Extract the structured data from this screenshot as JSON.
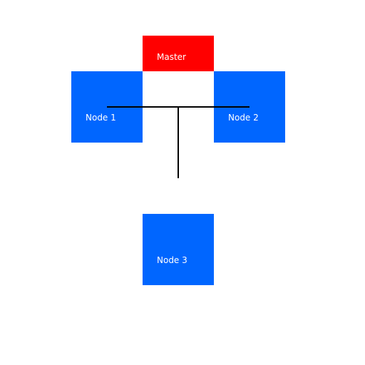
{
  "colors": {
    "master": "#ff0000",
    "node": "#0066ff",
    "connector": "#000000",
    "label_text": "#ffffff",
    "background": "#ffffff"
  },
  "diagram": {
    "master": {
      "label": "Master"
    },
    "nodes": [
      {
        "label": "Node 1"
      },
      {
        "label": "Node 2"
      },
      {
        "label": "Node 3"
      }
    ]
  }
}
